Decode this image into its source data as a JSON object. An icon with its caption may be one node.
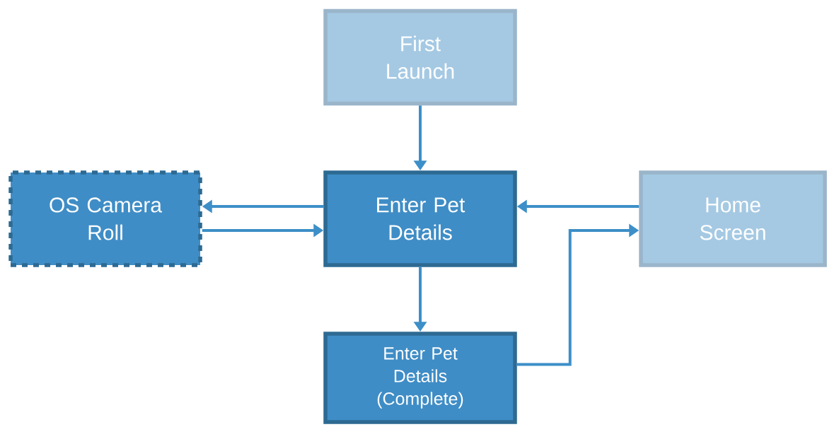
{
  "diagram": {
    "nodes": [
      {
        "text": [
          "First Launch"
        ]
      },
      {
        "text": [
          "OS Camera Roll"
        ]
      },
      {
        "text": [
          "Enter Pet Details"
        ]
      },
      {
        "text": [
          "Home Screen"
        ]
      },
      {
        "text": [
          "Enter Pet Details (Complete)"
        ]
      }
    ],
    "edges": [
      {
        "from": 0,
        "to": 2,
        "arrow": "to"
      },
      {
        "from": 2,
        "to": 1,
        "arrow": "to"
      },
      {
        "from": 1,
        "to": 2,
        "arrow": "to"
      },
      {
        "from": 3,
        "to": 2,
        "arrow": "to"
      },
      {
        "from": 2,
        "to": 4,
        "arrow": "to"
      },
      {
        "from": 4,
        "to": 3,
        "arrow": "to"
      }
    ]
  }
}
